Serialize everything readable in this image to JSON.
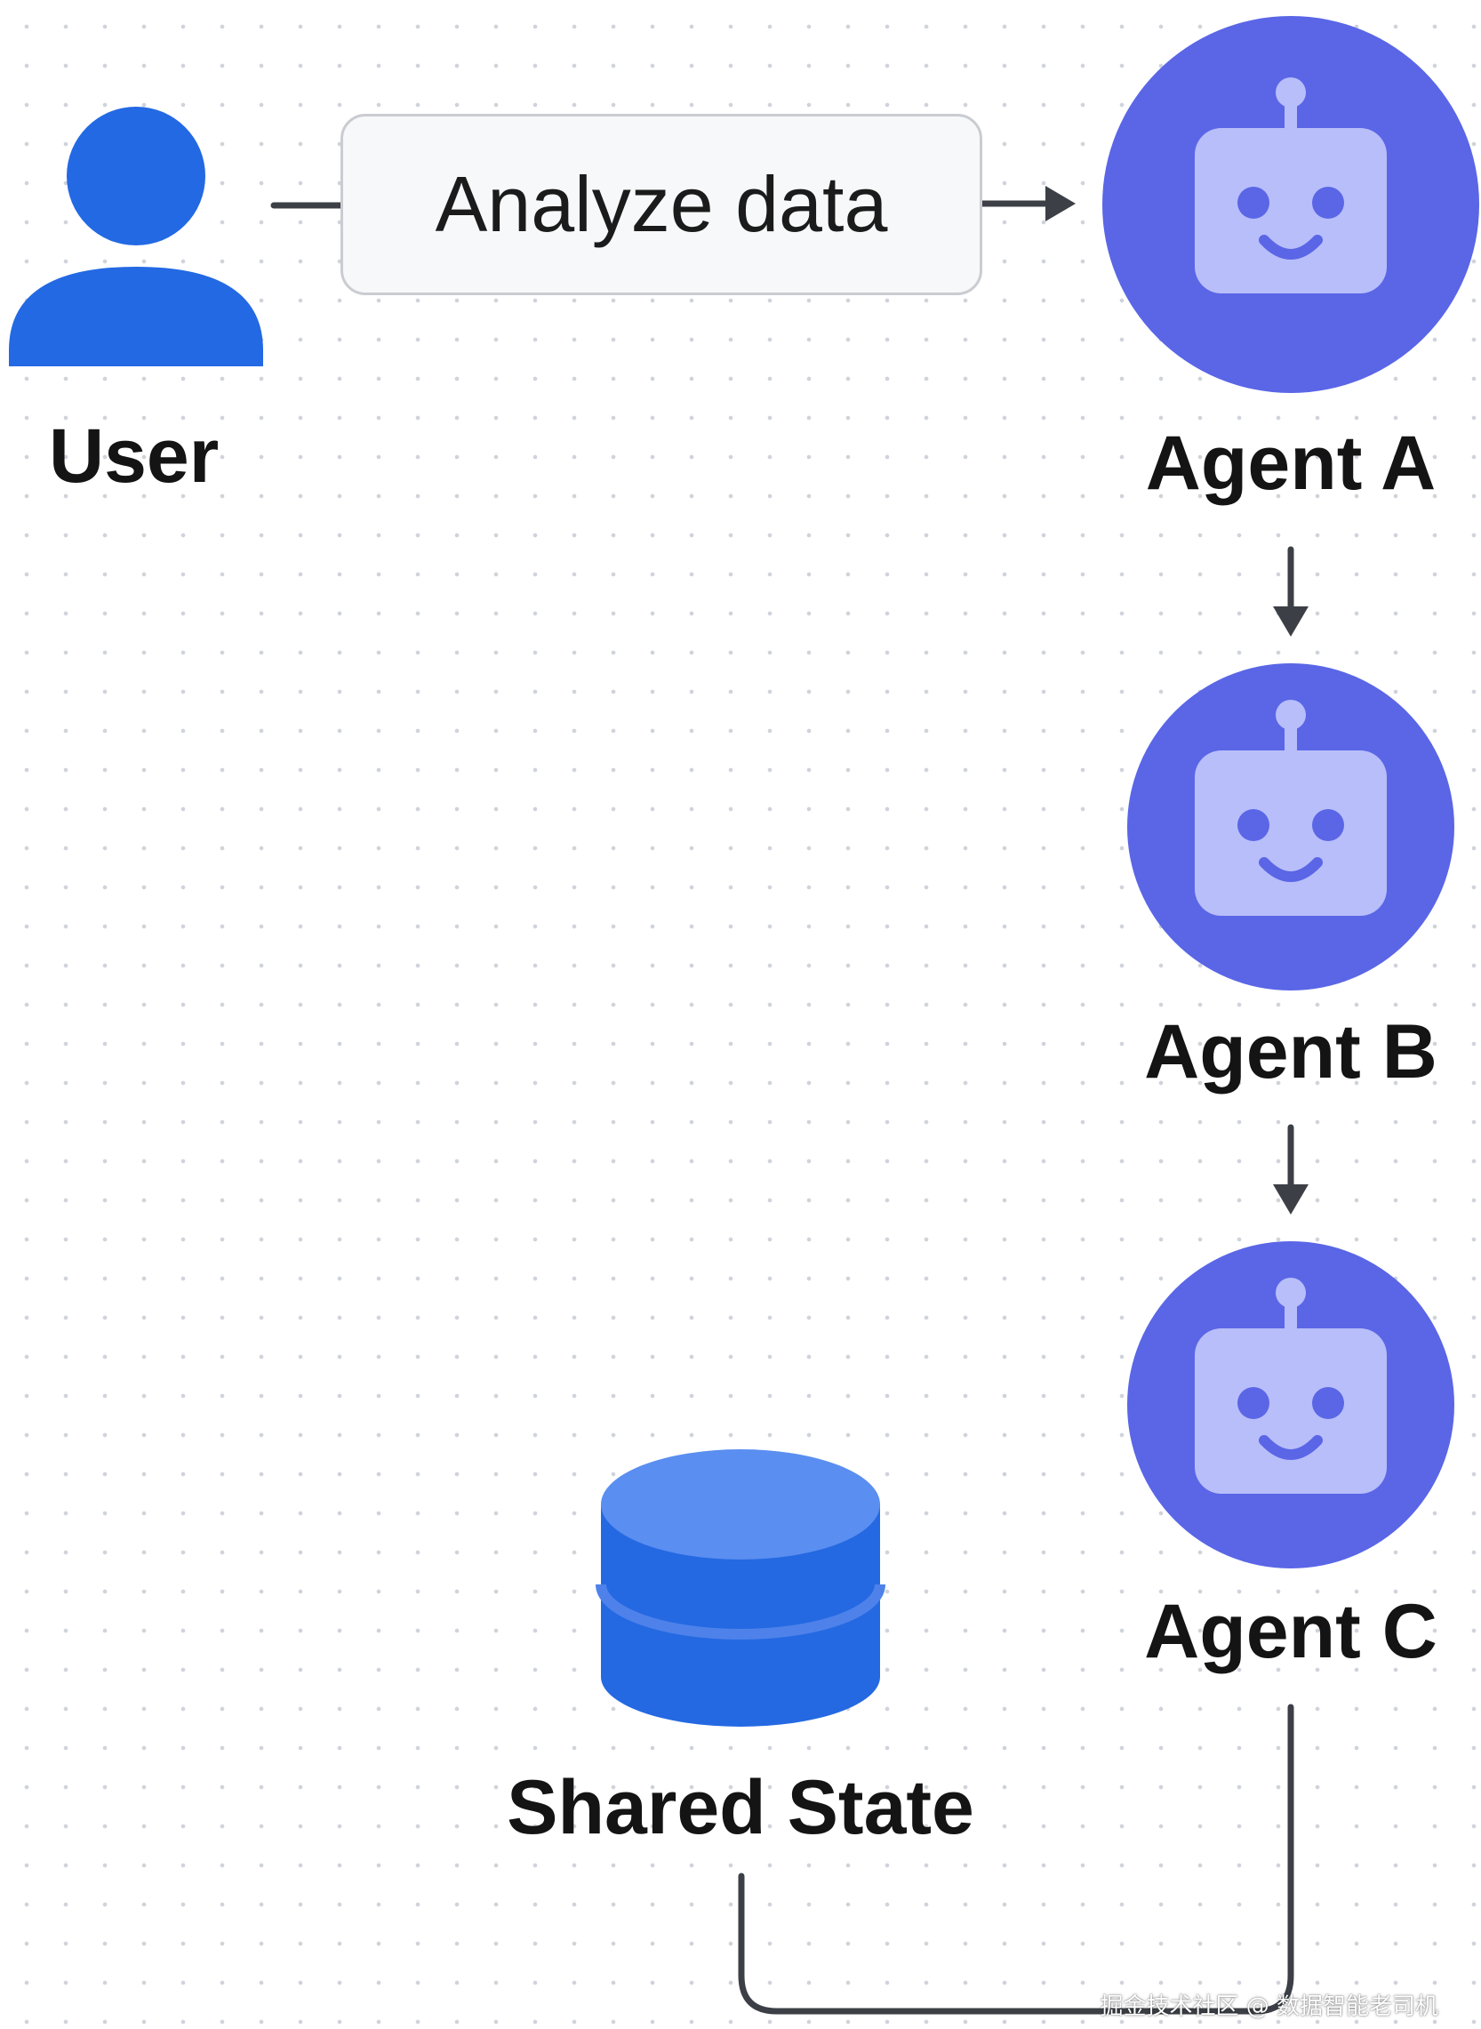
{
  "diagram": {
    "user": {
      "label": "User"
    },
    "message": {
      "label": "Analyze data"
    },
    "agents": [
      {
        "label": "Agent A"
      },
      {
        "label": "Agent B"
      },
      {
        "label": "Agent C"
      }
    ],
    "store": {
      "label": "Shared State"
    },
    "watermark": "掘金技术社区 @ 数据智能老司机"
  },
  "colors": {
    "user_blue": "#2369e3",
    "agent_circle": "#5a66e6",
    "robot_face": "#b8befa",
    "database_top": "#5a8ef0",
    "database_body": "#2469e2",
    "connector": "#3c4046",
    "label_text": "#141414"
  },
  "icons": {
    "user": "person-icon",
    "agent": "robot-icon",
    "store": "database-icon"
  }
}
